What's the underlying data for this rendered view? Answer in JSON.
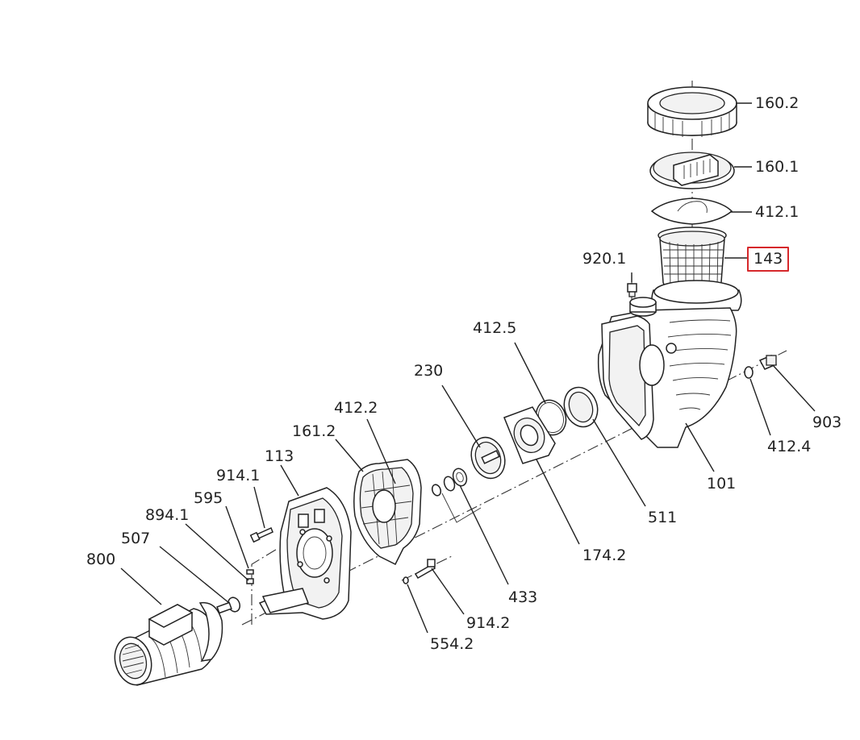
{
  "highlight_color": "#d6282b",
  "labels": {
    "l160_2": "160.2",
    "l160_1": "160.1",
    "l412_1": "412.1",
    "l143": "143",
    "l920_1": "920.1",
    "l412_5": "412.5",
    "l230": "230",
    "l412_2": "412.2",
    "l161_2": "161.2",
    "l113": "113",
    "l914_1": "914.1",
    "l595": "595",
    "l894_1": "894.1",
    "l507": "507",
    "l800": "800",
    "l903": "903",
    "l412_4": "412.4",
    "l101": "101",
    "l511": "511",
    "l174_2": "174.2",
    "l433": "433",
    "l914_2": "914.2",
    "l554_2": "554.2"
  }
}
